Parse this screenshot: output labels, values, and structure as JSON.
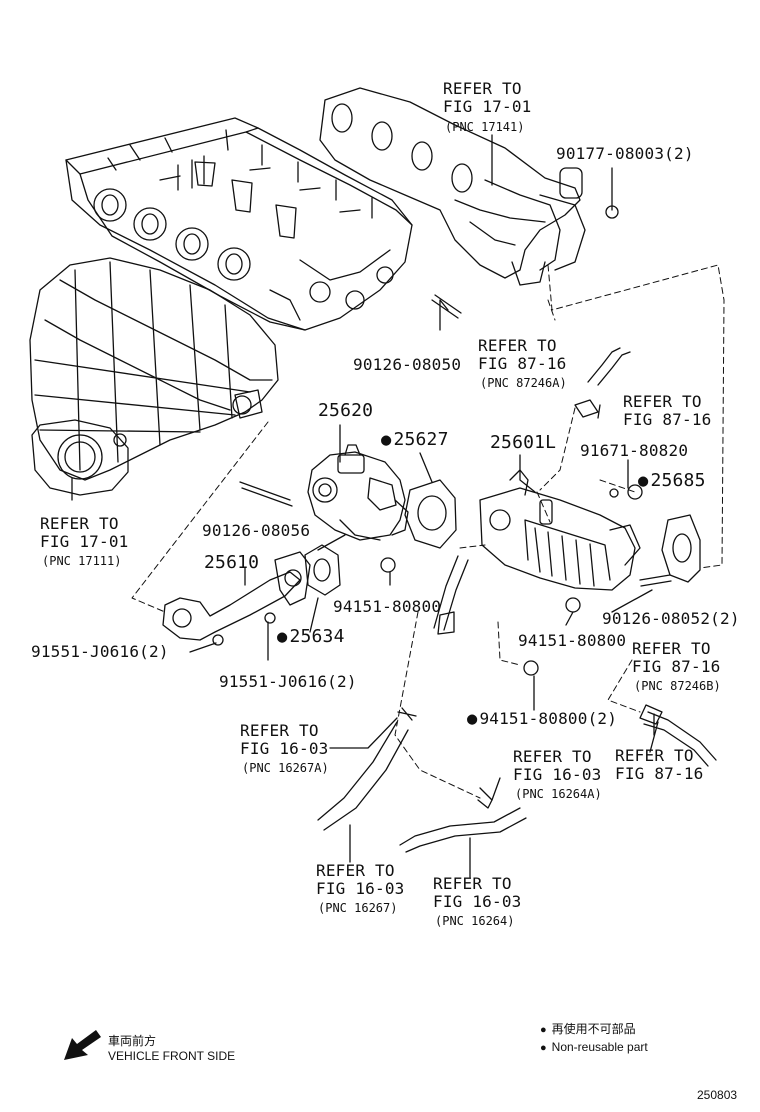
{
  "labels": {
    "ref_17141": {
      "l1": "REFER TO",
      "l2": "FIG 17-01",
      "pnc": "(PNC 17141)"
    },
    "p_90177": "90177-08003(2)",
    "p_90126_08050": "90126-08050",
    "ref_87246a": {
      "l1": "REFER TO",
      "l2": "FIG 87-16",
      "pnc": "(PNC 87246A)"
    },
    "ref_87_16_b": {
      "l1": "REFER TO",
      "l2": "FIG 87-16"
    },
    "p_25620": "25620",
    "p_25627": "25627",
    "p_25601l": "25601L",
    "p_91671": "91671-80820",
    "p_25685": "25685",
    "ref_17111": {
      "l1": "REFER TO",
      "l2": "FIG 17-01",
      "pnc": "(PNC 17111)"
    },
    "p_90126_08056": "90126-08056",
    "p_25610": "25610",
    "p_94151_a": "94151-80800",
    "p_90126_08052": "90126-08052(2)",
    "p_91551_a": "91551-J0616(2)",
    "p_25634": "25634",
    "p_94151_b": "94151-80800",
    "ref_87246b": {
      "l1": "REFER TO",
      "l2": "FIG 87-16",
      "pnc": "(PNC 87246B)"
    },
    "p_91551_b": "91551-J0616(2)",
    "ref_16267a": {
      "l1": "REFER TO",
      "l2": "FIG 16-03",
      "pnc": "(PNC 16267A)"
    },
    "p_94151_c": "94151-80800(2)",
    "ref_16264a": {
      "l1": "REFER TO",
      "l2": "FIG 16-03",
      "pnc": "(PNC 16264A)"
    },
    "ref_87_16_c": {
      "l1": "REFER TO",
      "l2": "FIG 87-16"
    },
    "ref_16267": {
      "l1": "REFER TO",
      "l2": "FIG 16-03",
      "pnc": "(PNC 16267)"
    },
    "ref_16264": {
      "l1": "REFER TO",
      "l2": "FIG 16-03",
      "pnc": "(PNC 16264)"
    }
  },
  "footer": {
    "direction_jp": "車両前方",
    "direction_en": "VEHICLE FRONT SIDE",
    "legend_jp": "再使用不可部品",
    "legend_en": "Non-reusable part",
    "diagram_id": "250803"
  }
}
